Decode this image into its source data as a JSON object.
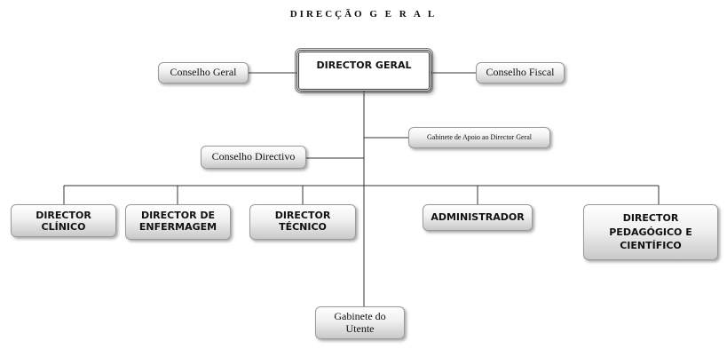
{
  "title": "DIRECÇÃO G E R A L",
  "nodes": {
    "director_geral": "DIRECTOR GERAL",
    "conselho_geral": "Conselho Geral",
    "conselho_fiscal": "Conselho Fiscal",
    "gabinete_apoio": "Gabinete de Apoio ao Director Geral",
    "conselho_directivo": "Conselho Directivo",
    "director_clinico": "DIRECTOR CLÍNICO",
    "director_enfermagem": "DIRECTOR DE ENFERMAGEM",
    "director_tecnico": "DIRECTOR TÉCNICO",
    "administrador": "ADMINISTRADOR",
    "director_pedagogico": "DIRECTOR PEDAGÓGICO E CIENTÍFICO",
    "gabinete_utente": "Gabinete do Utente"
  }
}
